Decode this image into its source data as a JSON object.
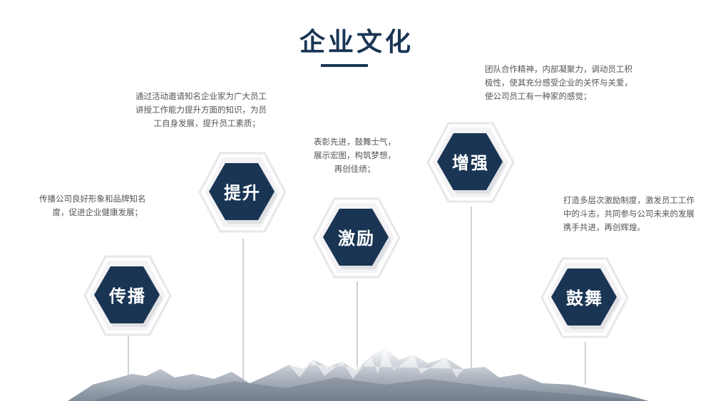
{
  "title": "企业文化",
  "colors": {
    "primary": "#1a3554",
    "hex_outer": "#f2f2f4",
    "stem": "#cfd2d6",
    "text": "#555555"
  },
  "nodes": [
    {
      "label": "传播",
      "desc": [
        "传播公司良好形象和品牌知名",
        "度，促进企业健康发展；"
      ]
    },
    {
      "label": "提升",
      "desc": [
        "通过活动邀请知名企业家为广大员工",
        "讲授工作能力提升方面的知识，为员",
        "工自身发展，提升员工素质；"
      ]
    },
    {
      "label": "激励",
      "desc": [
        "表彰先进，鼓舞士气，",
        "展示宏图，构筑梦想，",
        "再创佳绩；"
      ]
    },
    {
      "label": "增强",
      "desc": [
        "团队合作精神，内部凝聚力，调动员工积",
        "极性，使其充分感受企业的关怀与关爱，",
        "使公司员工有一种家的感觉；"
      ]
    },
    {
      "label": "鼓舞",
      "desc": [
        "打造多层次激励制度，激发员工工作",
        "中的斗志，共同参与公司未来的发展",
        "携手共进，再创辉煌。"
      ]
    }
  ]
}
